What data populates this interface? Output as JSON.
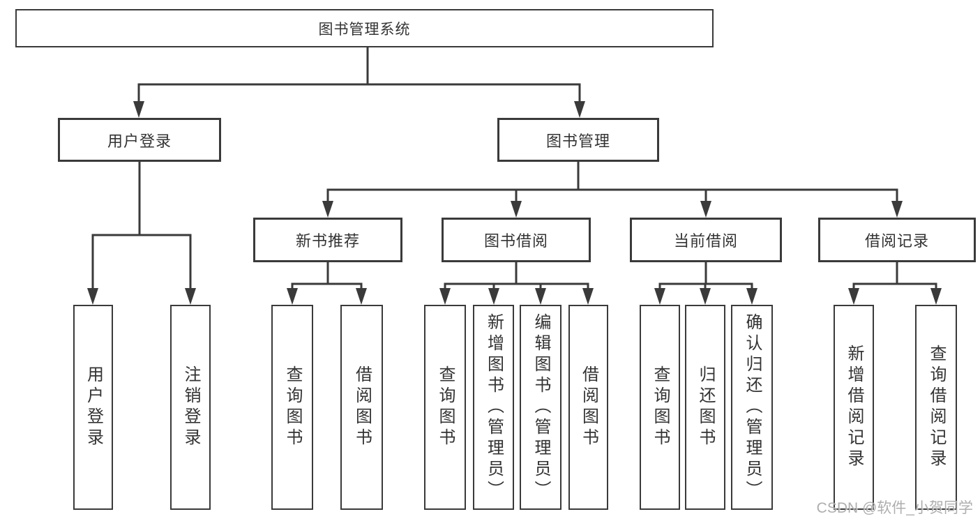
{
  "nodes": {
    "root": {
      "label": "图书管理系统"
    },
    "user_login": {
      "label": "用户登录"
    },
    "book_mgmt": {
      "label": "图书管理"
    },
    "login": {
      "label": "用户登录"
    },
    "logout": {
      "label": "注销登录"
    },
    "new_book": {
      "label": "新书推荐"
    },
    "borrow": {
      "label": "图书借阅"
    },
    "current": {
      "label": "当前借阅"
    },
    "record": {
      "label": "借阅记录"
    },
    "nb_query": {
      "label": "查询图书"
    },
    "nb_borrow": {
      "label": "借阅图书"
    },
    "bb_query": {
      "label": "查询图书"
    },
    "bb_add": {
      "label": "新增图书（管理员）"
    },
    "bb_edit": {
      "label": "编辑图书（管理员）"
    },
    "bb_borrow": {
      "label": "借阅图书"
    },
    "cb_query": {
      "label": "查询图书"
    },
    "cb_return": {
      "label": "归还图书"
    },
    "cb_confirm": {
      "label": "确认归还（管理员）"
    },
    "br_add": {
      "label": "新增借阅记录"
    },
    "br_query": {
      "label": "查询借阅记录"
    }
  },
  "watermark": {
    "text": "CSDN @软件_小贺同学"
  },
  "colors": {
    "line": "#3a3a3a",
    "text": "#333333",
    "background": "#ffffff",
    "watermark": "#a6a6a6"
  }
}
